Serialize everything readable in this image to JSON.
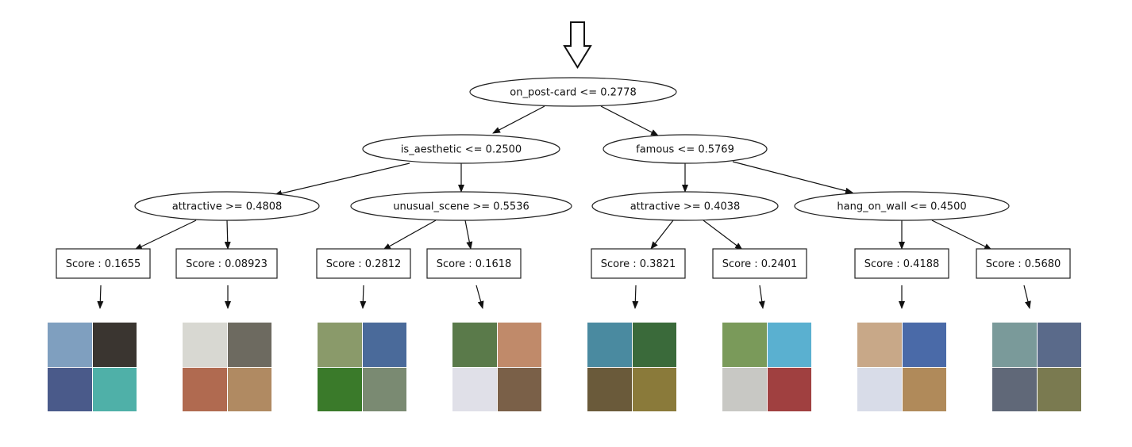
{
  "root": {
    "label": "on_post-card <= 0.2778"
  },
  "level1": [
    {
      "label": "is_aesthetic <= 0.2500"
    },
    {
      "label": "famous <= 0.5769"
    }
  ],
  "level2": [
    {
      "label": "attractive >= 0.4808"
    },
    {
      "label": "unusual_scene >= 0.5536"
    },
    {
      "label": "attractive >= 0.4038"
    },
    {
      "label": "hang_on_wall <= 0.4500"
    }
  ],
  "leaves": [
    {
      "label": "Score : 0.1655",
      "thumb_colors": [
        "#7f9fbf",
        "#3a3530",
        "#4a5a8a",
        "#4fb0a8"
      ]
    },
    {
      "label": "Score : 0.08923",
      "thumb_colors": [
        "#d8d8d2",
        "#6d6a60",
        "#b06a50",
        "#b08a62"
      ]
    },
    {
      "label": "Score : 0.2812",
      "thumb_colors": [
        "#8a9a6a",
        "#4a6a9a",
        "#3a7a2a",
        "#7a8a72"
      ]
    },
    {
      "label": "Score : 0.1618",
      "thumb_colors": [
        "#5a7a4a",
        "#c08a6a",
        "#e0e0e8",
        "#7a6048"
      ]
    },
    {
      "label": "Score : 0.3821",
      "thumb_colors": [
        "#4a8aa0",
        "#3a6a3a",
        "#6a5a3a",
        "#8a7a3a"
      ]
    },
    {
      "label": "Score : 0.2401",
      "thumb_colors": [
        "#7a9a5a",
        "#5ab0d0",
        "#c8c8c4",
        "#a04040"
      ]
    },
    {
      "label": "Score : 0.4188",
      "thumb_colors": [
        "#c8a888",
        "#4a6aa8",
        "#d8dce8",
        "#b08a5a"
      ]
    },
    {
      "label": "Score : 0.5680",
      "thumb_colors": [
        "#7a9a9a",
        "#5a6a8a",
        "#606878",
        "#7a7a50"
      ]
    }
  ]
}
